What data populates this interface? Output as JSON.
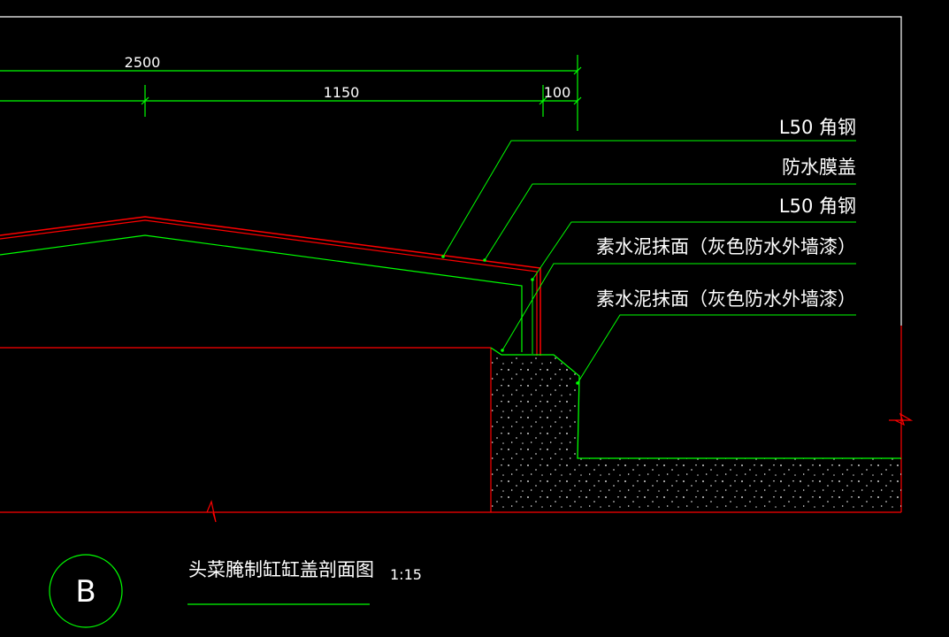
{
  "drawing": {
    "colors": {
      "background": "#000000",
      "frame": "#ffffff",
      "dimension": "#00ff00",
      "leader": "#00ff00",
      "section": "#ff0000",
      "concrete_outline": "#00ff00",
      "text": "#ffffff"
    },
    "dimensions": {
      "overall": "2500",
      "middle": "1150",
      "right": "100"
    },
    "labels": [
      "L50 角钢",
      "防水膜盖",
      "L50 角钢",
      "素水泥抹面（灰色防水外墙漆）",
      "素水泥抹面（灰色防水外墙漆）"
    ],
    "title": {
      "badge": "B",
      "text": "头菜腌制缸缸盖剖面图",
      "scale": "1:15"
    }
  }
}
